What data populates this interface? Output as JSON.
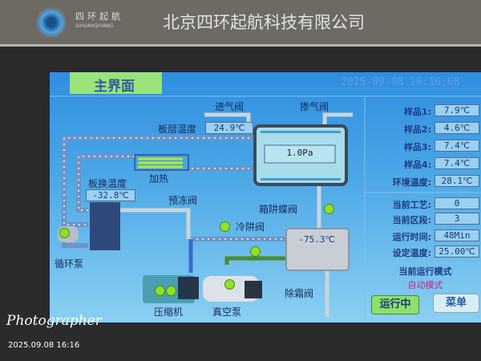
{
  "header": {
    "brand_cn": "四环起航",
    "brand_en": "SIHUANQIHANG",
    "company": "北京四环起航科技有限公司"
  },
  "screen": {
    "title": "主界面",
    "timestamp": "2025-09-08 16:16:08"
  },
  "diagram": {
    "inlet_valve": "进气阀",
    "bleed_valve": "掺气阀",
    "shelf_temp_label": "板层温度",
    "shelf_temp": "24.9℃",
    "chamber_pressure": "1.0Pa",
    "heater": "加热",
    "exchanger_temp_label": "板换温度",
    "exchanger_temp": "-32.8℃",
    "prefreeze_valve": "预冻阀",
    "butterfly_valve": "箱阱蝶阀",
    "cold_trap_valve": "冷阱阀",
    "cold_trap_temp": "-75.3℃",
    "circulation_pump": "循环泵",
    "compressor": "压缩机",
    "vacuum_pump": "真空泵",
    "defrost_valve": "除霜阀"
  },
  "panel": {
    "samples": [
      {
        "label": "样品1:",
        "value": "7.9℃"
      },
      {
        "label": "样品2:",
        "value": "4.6℃"
      },
      {
        "label": "样品3:",
        "value": "7.4℃"
      },
      {
        "label": "样品4:",
        "value": "7.4℃"
      },
      {
        "label": "环境温度:",
        "value": "28.1℃"
      }
    ],
    "status": [
      {
        "label": "当前工艺:",
        "value": "0"
      },
      {
        "label": "当前区段:",
        "value": "3"
      },
      {
        "label": "运行时间:",
        "value": "48Min"
      },
      {
        "label": "设定温度:",
        "value": "25.00℃"
      }
    ],
    "mode_label": "当前运行模式",
    "mode_value": "自动模式",
    "run_button": "运行中",
    "menu_button": "菜单"
  },
  "watermark": {
    "text": "Photographer",
    "date": "2025.09.08 16:16"
  },
  "colors": {
    "tab": "#9ae27a",
    "indicator": "#8ee02a",
    "mode": "#c0288a"
  }
}
